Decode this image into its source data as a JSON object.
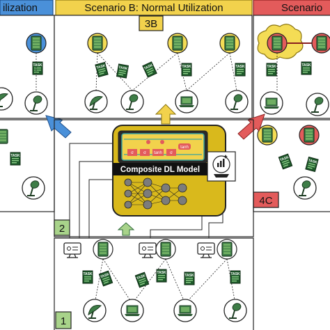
{
  "banners": {
    "scenario_a": "ilization",
    "scenario_b": "Scenario B: Normal Utilization",
    "scenario_c": "Scenario"
  },
  "tags": {
    "tag_1": "1",
    "tag_2": "2",
    "tag_3b": "3B",
    "tag_4c": "4C"
  },
  "model": {
    "title": "Composite DL Model",
    "lstm_gate_1": "σ",
    "lstm_gate_2": "σ",
    "lstm_gate_3": "tanh",
    "lstm_gate_4": "σ",
    "lstm_output": "tanh"
  },
  "task_label": "TASK",
  "colors": {
    "scenario_a": "#4a90d9",
    "scenario_b": "#f2d24c",
    "scenario_c": "#e35b5b",
    "tag_green": "#a8d38a",
    "model_gold": "#d9b91c",
    "node_green": "#2f6b3a",
    "server_yellow": "#f4dc55"
  }
}
